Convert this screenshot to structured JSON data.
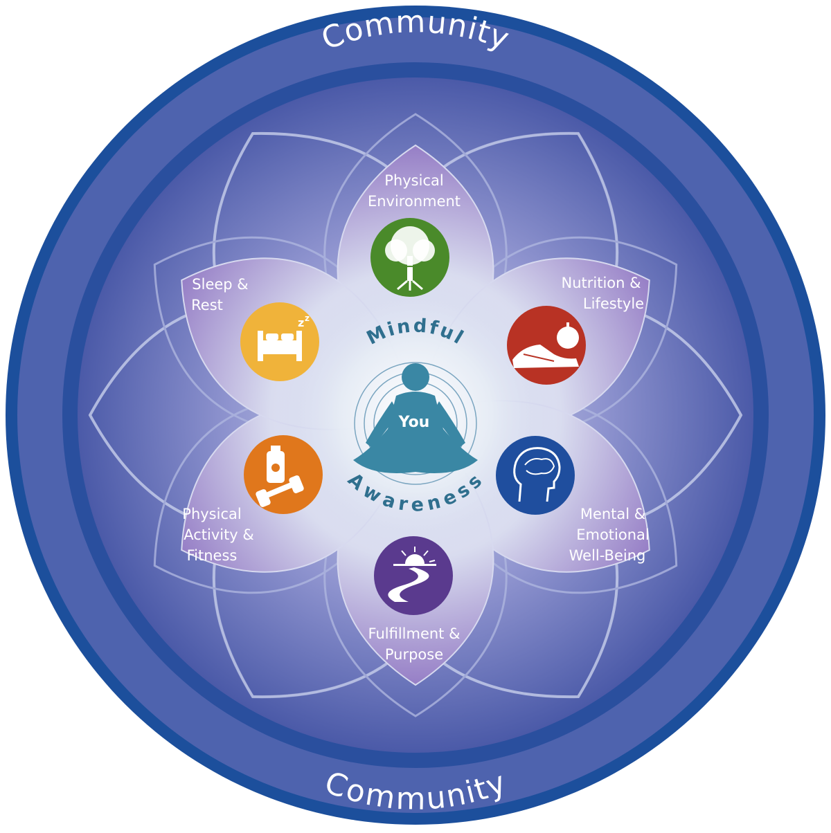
{
  "ring": {
    "top_label": "Community",
    "bottom_label": "Community",
    "outer_color": "#1c4f9c",
    "ring_color": "#5a72b8"
  },
  "center": {
    "top_text": "Mindful",
    "bottom_text": "Awareness",
    "figure_label": "You",
    "figure_color": "#3a87a4",
    "text_color": "#2f6f8e"
  },
  "petals": [
    {
      "id": "physical-environment",
      "lines": [
        "Physical",
        "Environment"
      ],
      "color": "#4a8a2a",
      "icon": "tree-icon"
    },
    {
      "id": "nutrition-lifestyle",
      "lines": [
        "Nutrition &",
        "Lifestyle"
      ],
      "color": "#b83224",
      "icon": "sneaker-apple-icon"
    },
    {
      "id": "mental-emotional",
      "lines": [
        "Mental &",
        "Emotional",
        "Well-Being"
      ],
      "color": "#1f4e9e",
      "icon": "head-brain-icon"
    },
    {
      "id": "fulfillment-purpose",
      "lines": [
        "Fulfillment &",
        "Purpose"
      ],
      "color": "#5a3a8e",
      "icon": "sunrise-road-icon"
    },
    {
      "id": "physical-activity",
      "lines": [
        "Physical",
        "Activity &",
        "Fitness"
      ],
      "color": "#e0771c",
      "icon": "dumbbell-bottle-icon"
    },
    {
      "id": "sleep-rest",
      "lines": [
        "Sleep &",
        "Rest"
      ],
      "color": "#f0b33a",
      "icon": "bed-icon"
    }
  ]
}
